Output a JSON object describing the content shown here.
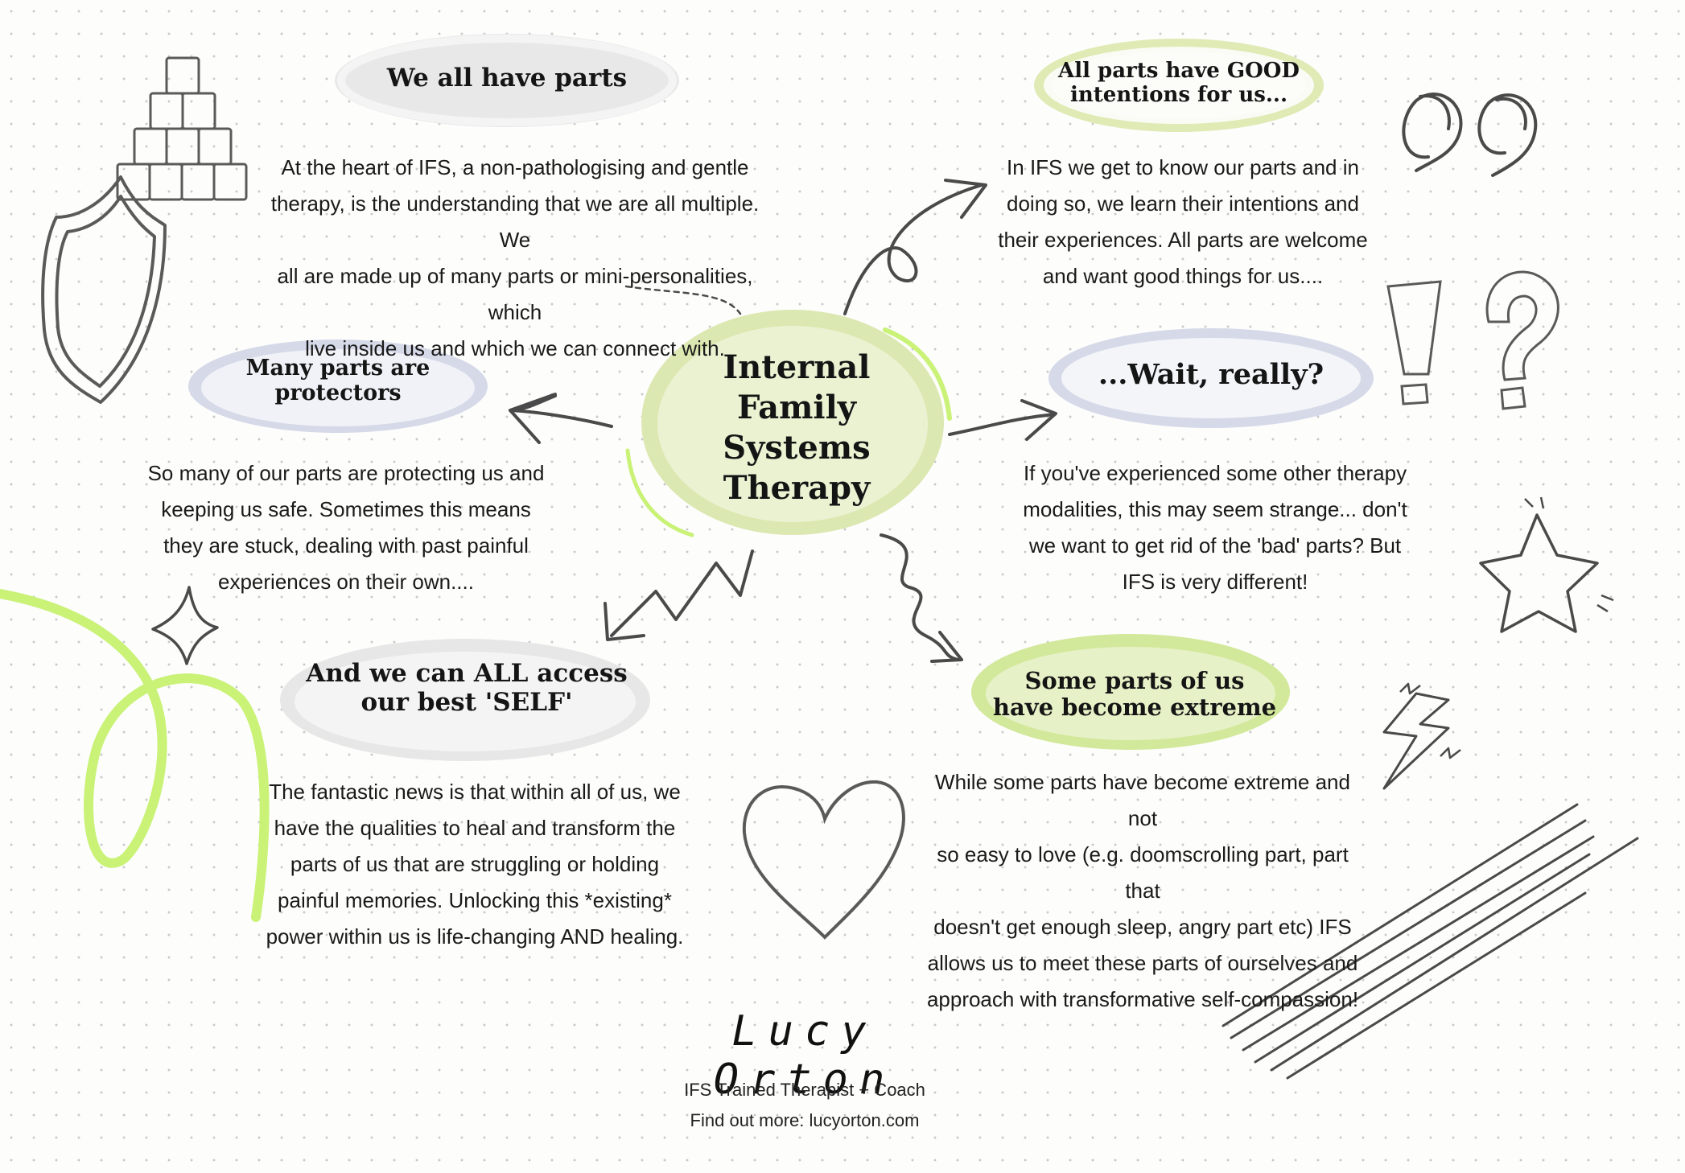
{
  "center": {
    "title": "Internal\nFamily\nSystems\nTherapy"
  },
  "nodes": {
    "we_all_have_parts": {
      "heading": "We all have parts",
      "body": "At the heart of IFS, a non-pathologising and gentle\ntherapy, is the understanding that we are all multiple. We\nall are made up of many parts or mini-personalities, which\nlive inside us and which we can connect with."
    },
    "good_intentions": {
      "heading": "All parts have GOOD\nintentions for us...",
      "body": "In IFS we get to know our parts and in\ndoing so, we learn their intentions and\ntheir experiences. All parts are welcome\nand want good things for us...."
    },
    "protectors": {
      "heading": "Many parts are\nprotectors",
      "body": "So many of our parts are protecting us and\nkeeping us safe. Sometimes this means\nthey are stuck, dealing with past painful\nexperiences on their own...."
    },
    "wait_really": {
      "heading": "...Wait, really?",
      "body": "If you've experienced some other therapy\nmodalities, this may seem strange... don't\nwe want to get rid of the 'bad' parts? But\nIFS is very different!"
    },
    "self": {
      "heading": "And we can ALL access\nour best 'SELF'",
      "body": "The fantastic news is that within all of us, we\nhave the qualities to heal and transform the\nparts of us that are struggling or holding\npainful memories. Unlocking this *existing*\npower within us is life-changing AND healing."
    },
    "extreme": {
      "heading": "Some parts of us\nhave become extreme",
      "body": "While some parts have become extreme and not\nso easy to love (e.g. doomscrolling part, part that\ndoesn't get enough sleep, angry part etc) IFS\nallows us to meet these parts of ourselves and\napproach with transformative self-compassion!"
    }
  },
  "footer": {
    "signature": "Lucy Orton",
    "role": "IFS Trained Therapist + Coach",
    "link": "Find out more: lucyorton.com"
  },
  "colors": {
    "green": "#d6e6a8",
    "green_bright": "#c9f277",
    "grey": "#e6e6e6",
    "lavender": "#d8dbe8",
    "ink": "#4a4a4a"
  },
  "icons": [
    "cube-pyramid-icon",
    "quote-marks-icon",
    "shield-icon",
    "exclamation-question-icon",
    "sparkle-diamond-icon",
    "star-icon",
    "heart-icon",
    "lightning-icon",
    "scribble-lines-icon"
  ]
}
